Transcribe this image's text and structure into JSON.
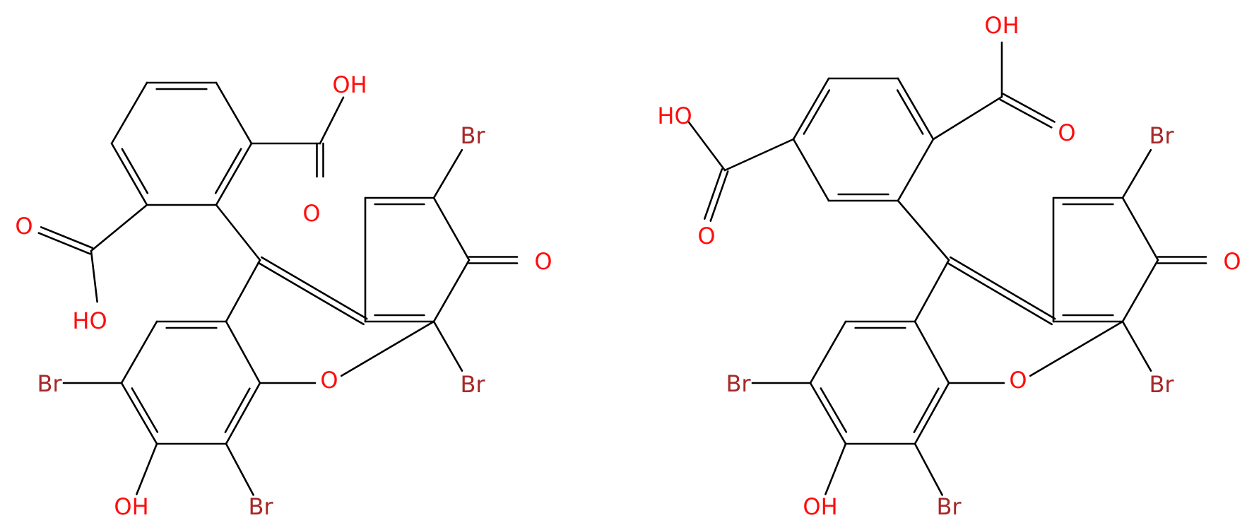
{
  "colors": {
    "bond": "#000000",
    "oxygen": "#FF0D0D",
    "bromine": "#A62929",
    "background": "#FFFFFF"
  },
  "molecules": [
    {
      "name": "",
      "labels": [
        {
          "id": "oh_top",
          "text": "OH",
          "element": "O"
        },
        {
          "id": "o_top",
          "text": "O",
          "element": "O"
        },
        {
          "id": "o_left",
          "text": "O",
          "element": "O"
        },
        {
          "id": "oh_left",
          "text": "HO",
          "element": "O"
        },
        {
          "id": "br_tr",
          "text": "Br",
          "element": "Br"
        },
        {
          "id": "o_keto",
          "text": "O",
          "element": "O"
        },
        {
          "id": "br_r",
          "text": "Br",
          "element": "Br"
        },
        {
          "id": "o_ring",
          "text": "O",
          "element": "O"
        },
        {
          "id": "br_l",
          "text": "Br",
          "element": "Br"
        },
        {
          "id": "oh_bottom",
          "text": "OH",
          "element": "O"
        },
        {
          "id": "br_bottom",
          "text": "Br",
          "element": "Br"
        }
      ]
    },
    {
      "name": "",
      "labels": [
        {
          "id": "oh_top",
          "text": "OH",
          "element": "O"
        },
        {
          "id": "o_top",
          "text": "O",
          "element": "O"
        },
        {
          "id": "oh_left",
          "text": "HO",
          "element": "O"
        },
        {
          "id": "o_left",
          "text": "O",
          "element": "O"
        },
        {
          "id": "br_tr",
          "text": "Br",
          "element": "Br"
        },
        {
          "id": "o_keto",
          "text": "O",
          "element": "O"
        },
        {
          "id": "br_r",
          "text": "Br",
          "element": "Br"
        },
        {
          "id": "o_ring",
          "text": "O",
          "element": "O"
        },
        {
          "id": "br_l",
          "text": "Br",
          "element": "Br"
        },
        {
          "id": "oh_bottom",
          "text": "OH",
          "element": "O"
        },
        {
          "id": "br_bottom",
          "text": "Br",
          "element": "Br"
        }
      ]
    }
  ]
}
